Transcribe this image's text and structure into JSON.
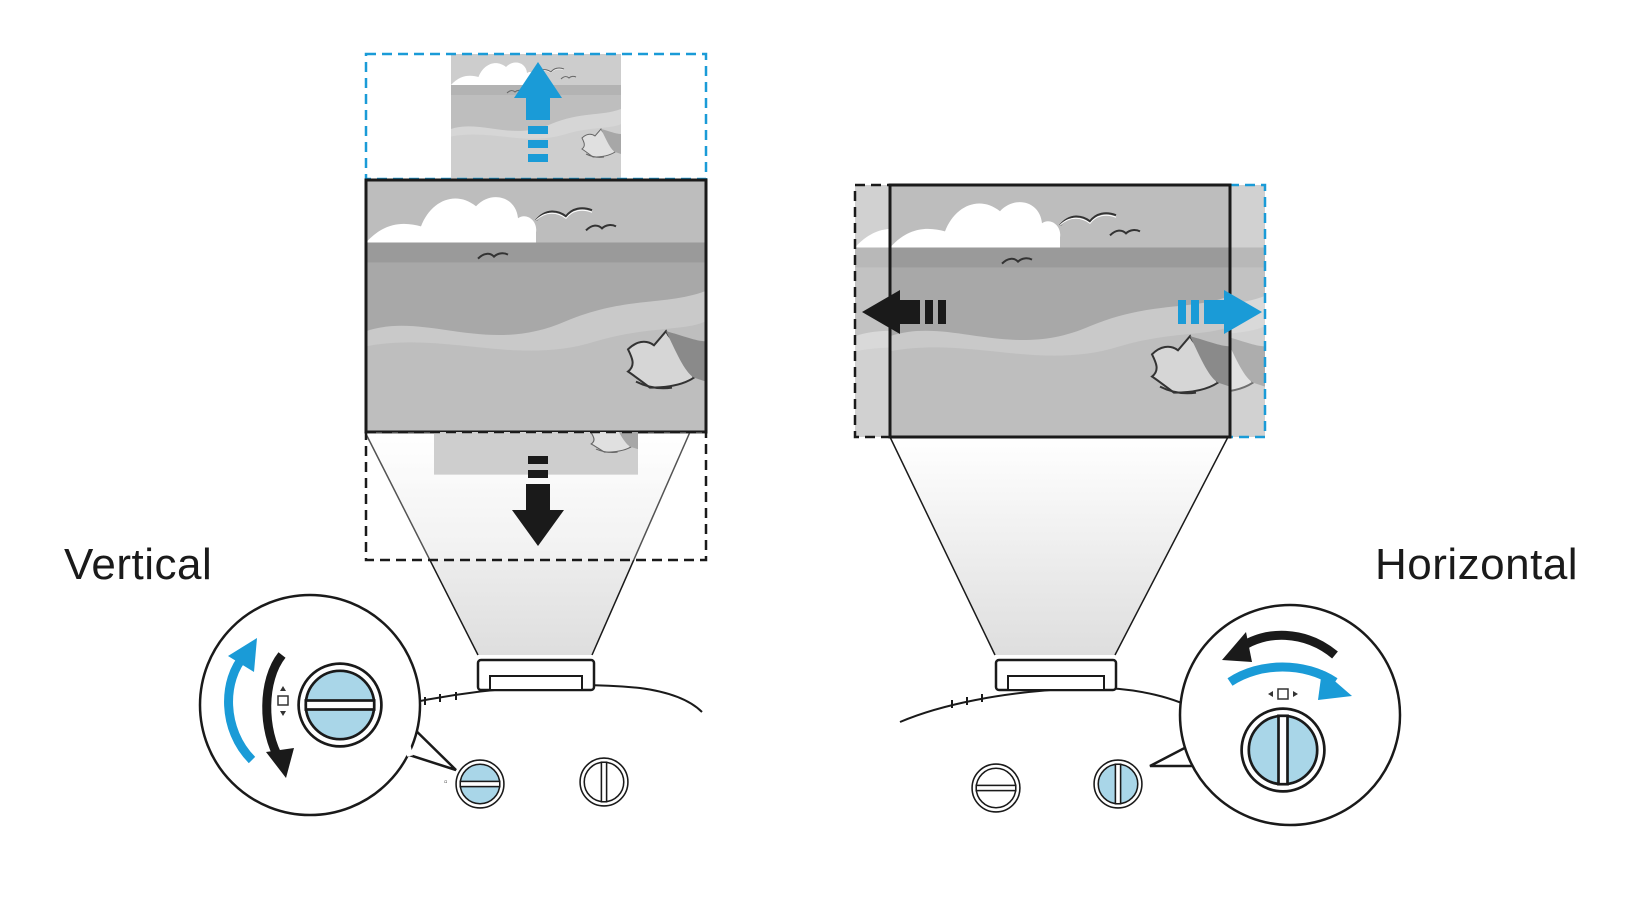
{
  "labels": {
    "vertical": "Vertical",
    "horizontal": "Horizontal"
  },
  "colors": {
    "accent_blue": "#1a9bd7",
    "dial_fill": "#a9d6e8",
    "dark": "#1a1a1a",
    "sky": "#bdbdbd",
    "water_light": "#a5a5a5",
    "water_dark": "#7a7a7a",
    "sand": "#c8c8c8"
  },
  "icons": {
    "vertical_knob": "vertical-lens-shift-dial",
    "horizontal_knob": "horizontal-lens-shift-dial",
    "arrows": [
      "arrow-up-icon",
      "arrow-down-icon",
      "arrow-left-icon",
      "arrow-right-icon"
    ]
  }
}
